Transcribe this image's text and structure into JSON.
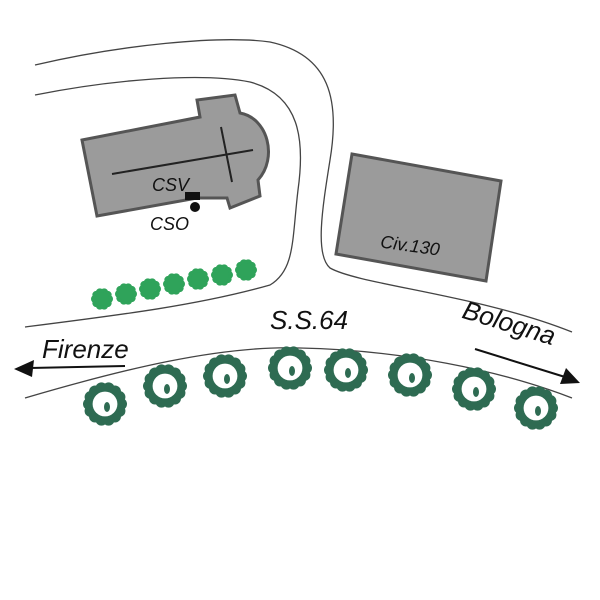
{
  "labels": {
    "csv": "CSV",
    "cso": "CSO",
    "building": "Civ.130",
    "road": "S.S.64",
    "west": "Firenze",
    "east": "Bologna"
  },
  "colors": {
    "building_fill": "#9b9b9b",
    "building_stroke": "#555555",
    "hedge": "#2fa35a",
    "tree": "#2e6b52",
    "road_line": "#444444"
  }
}
